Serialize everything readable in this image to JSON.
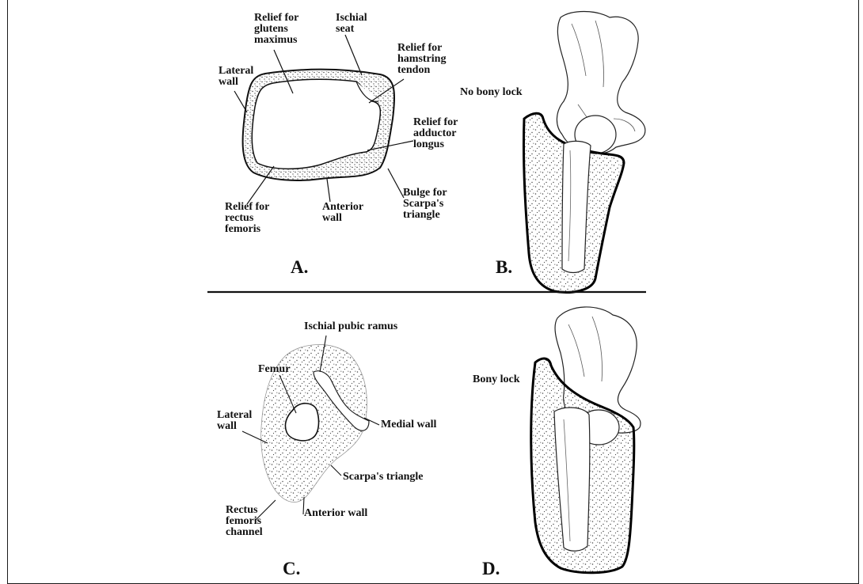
{
  "panels": {
    "a": {
      "letter": "A.",
      "labels": {
        "lateral_wall": [
          "Lateral",
          "wall"
        ],
        "relief_glutens": [
          "Relief for",
          "glutens",
          "maximus"
        ],
        "ischial_seat": [
          "Ischial",
          "seat"
        ],
        "relief_hamstring": [
          "Relief for",
          "hamstring",
          "tendon"
        ],
        "relief_adductor": [
          "Relief for",
          "adductor",
          "longus"
        ],
        "bulge_scarpa": [
          "Bulge for",
          "Scarpa's",
          "triangle"
        ],
        "anterior_wall": [
          "Anterior",
          "wall"
        ],
        "relief_rectus": [
          "Relief for",
          "rectus",
          "femoris"
        ]
      }
    },
    "b": {
      "letter": "B.",
      "caption": "No bony lock"
    },
    "c": {
      "letter": "C.",
      "labels": {
        "ischial_pubic_ramus": "Ischial pubic ramus",
        "femur": "Femur",
        "lateral_wall": [
          "Lateral",
          "wall"
        ],
        "medial_wall": "Medial wall",
        "scarpas_triangle": "Scarpa's triangle",
        "anterior_wall": "Anterior wall",
        "rectus_femoris_channel": [
          "Rectus",
          "femoris",
          "channel"
        ]
      }
    },
    "d": {
      "letter": "D.",
      "caption": "Bony lock"
    }
  },
  "colors": {
    "ink": "#111111",
    "stipple": "#444444",
    "background": "#ffffff"
  }
}
